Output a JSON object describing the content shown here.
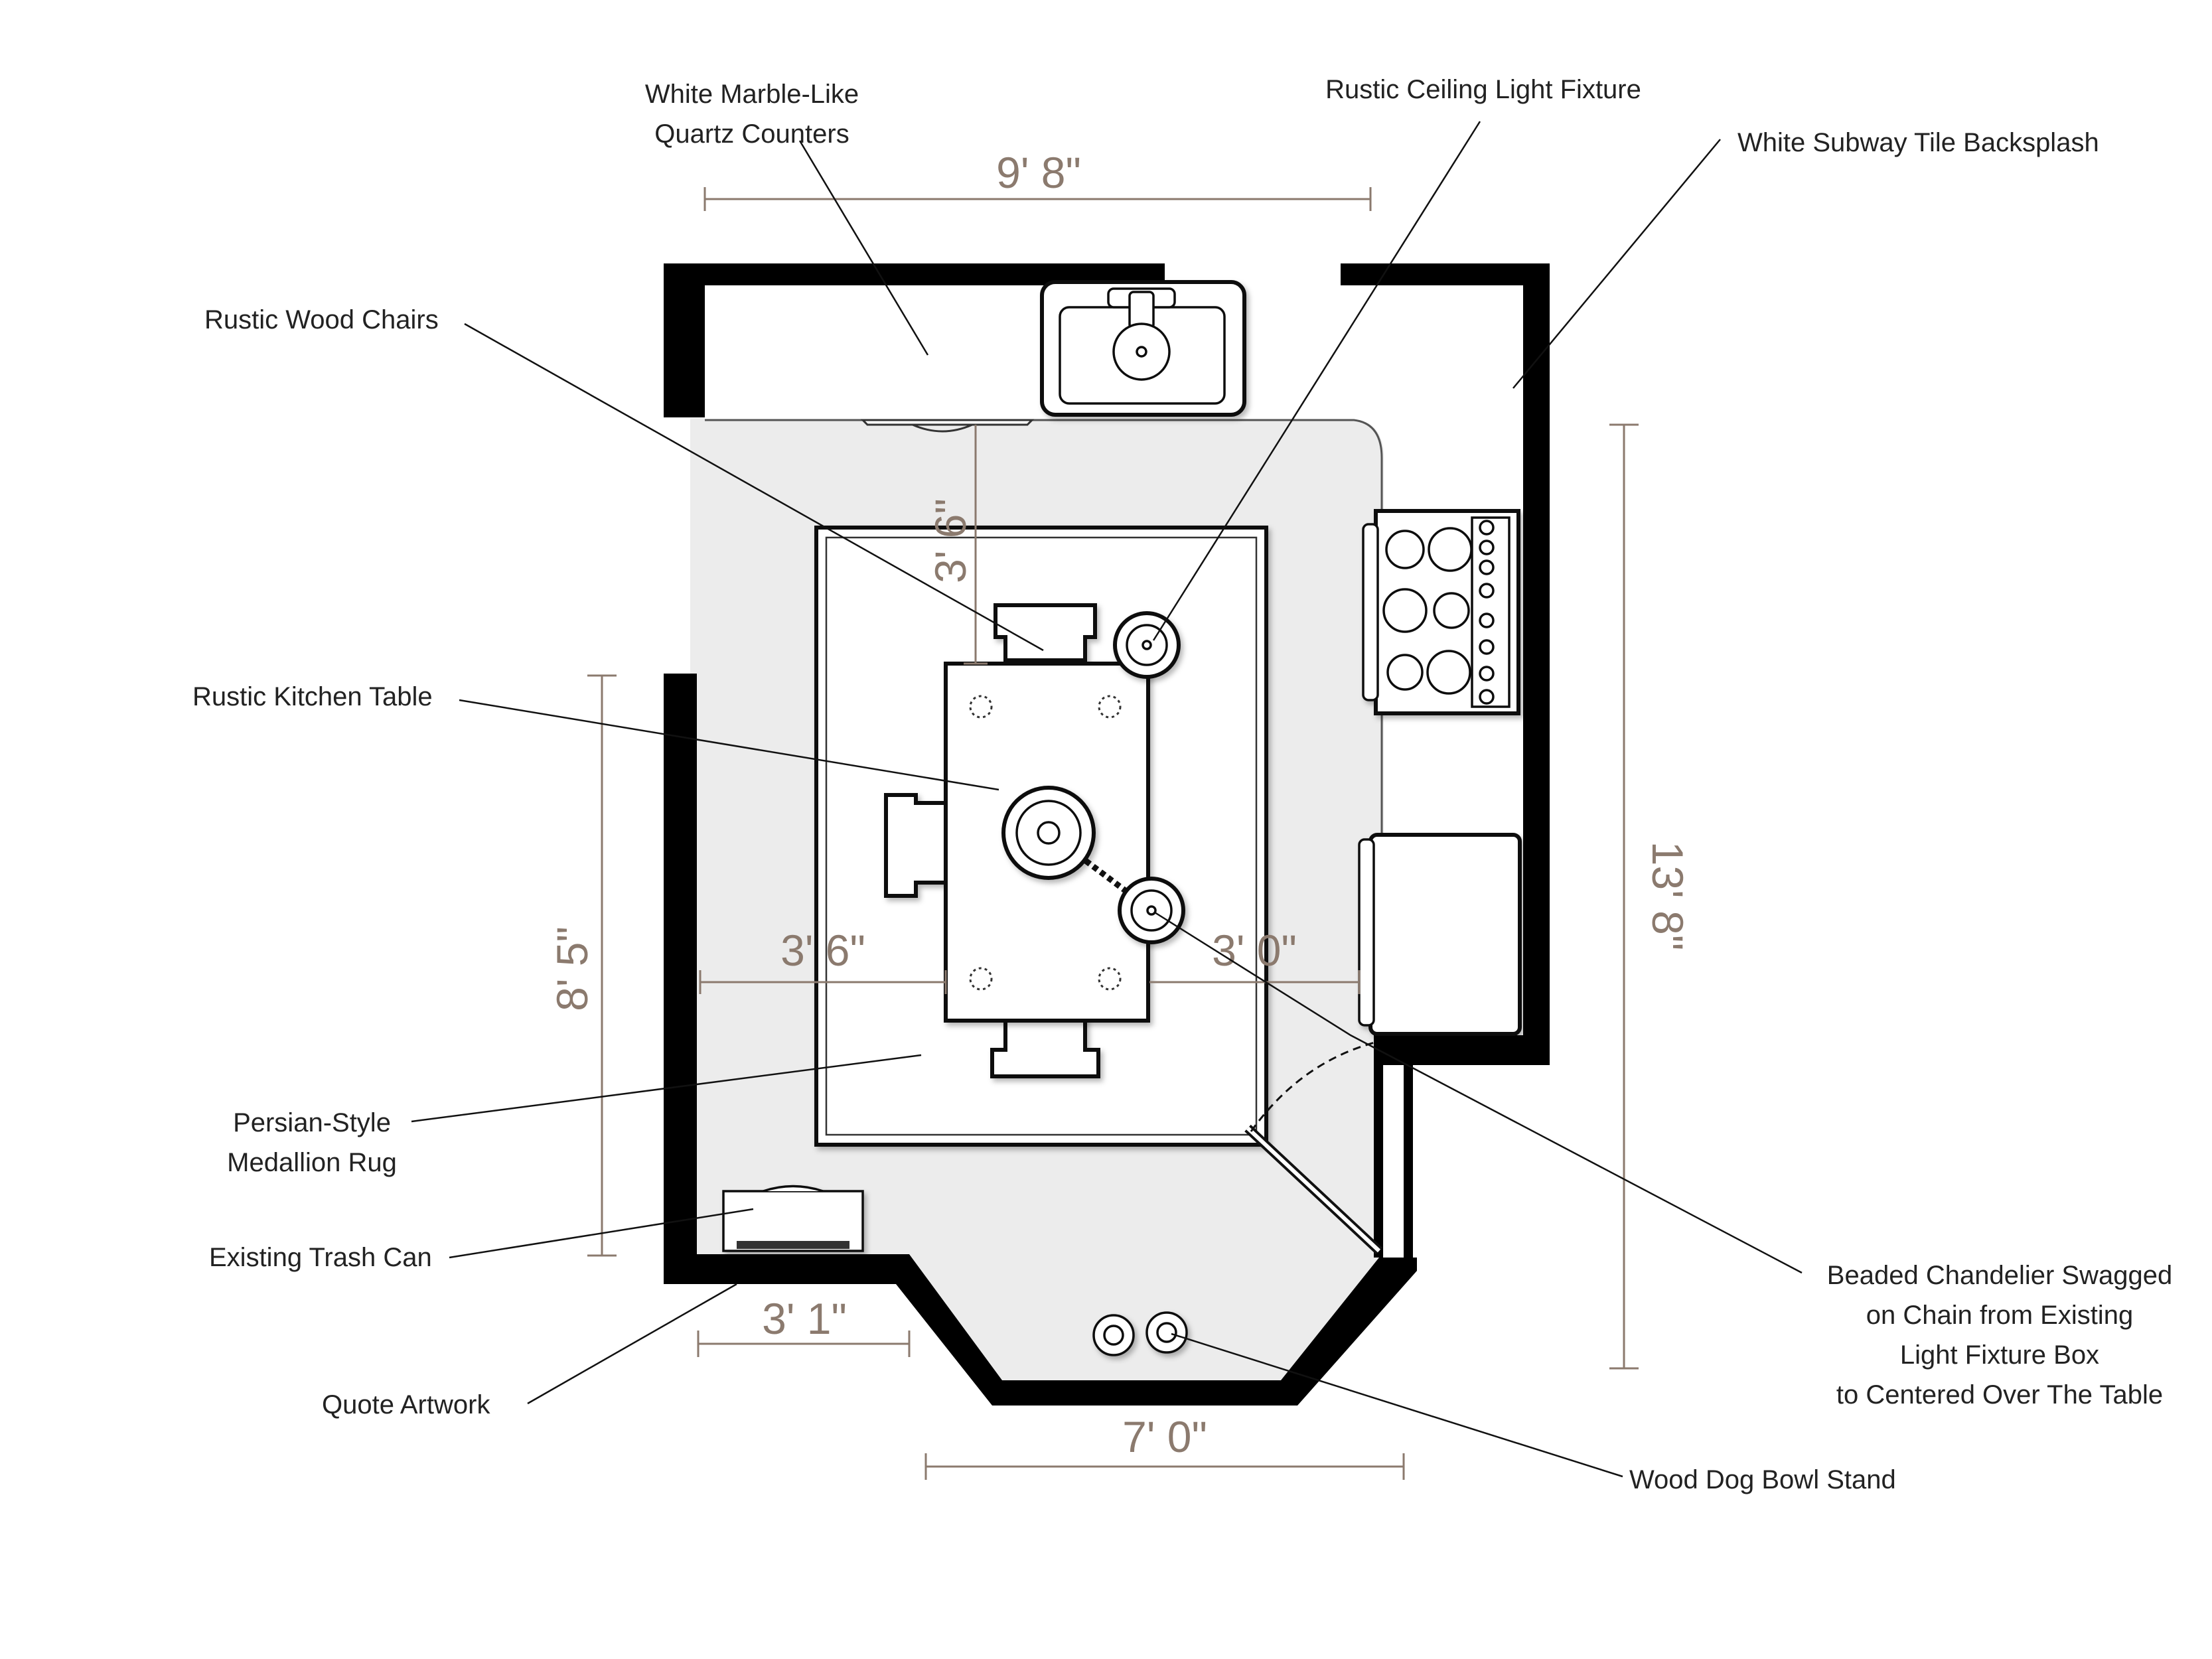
{
  "labels": {
    "counters": [
      "White Marble-Like",
      "Quartz Counters"
    ],
    "ceiling_light": "Rustic Ceiling Light Fixture",
    "backsplash": "White Subway Tile Backsplash",
    "chairs": "Rustic Wood Chairs",
    "table": "Rustic Kitchen Table",
    "rug": [
      "Persian-Style",
      "Medallion Rug"
    ],
    "trash": "Existing Trash Can",
    "artwork": "Quote Artwork",
    "chandelier": [
      "Beaded Chandelier Swagged",
      "on Chain from Existing",
      "Light Fixture Box",
      "to Centered Over The Table"
    ],
    "dog_bowl": "Wood Dog Bowl Stand"
  },
  "dimensions": {
    "top_width": "9' 8\"",
    "right_height": "13' 8\"",
    "left_height": "8' 5\"",
    "counter_to_table": "3' 6\"",
    "wall_to_table": "3' 6\"",
    "table_to_cabinet": "3' 0\"",
    "bottom_left": "3' 1\"",
    "bottom_width": "7' 0\""
  },
  "colors": {
    "dimension": "#8b7a6e",
    "wall": "#000000",
    "floor": "#ececec"
  }
}
